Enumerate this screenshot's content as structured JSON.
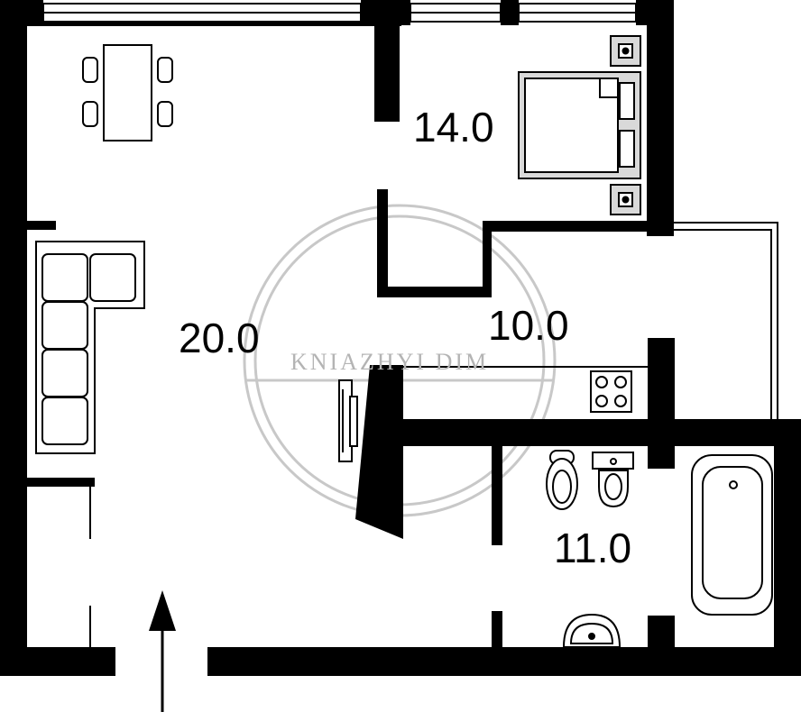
{
  "rooms": {
    "living": "20.0",
    "bedroom": "14.0",
    "kitchen": "10.0",
    "bathroom": "11.0"
  },
  "watermark": "KNIAZHYI DIM",
  "colors": {
    "wall": "#000000",
    "background": "#ffffff",
    "fixture_stroke": "#000000",
    "fixture_fill": "#d9d9d9",
    "watermark": "#b4b4b4"
  },
  "icons": [
    "dining-table-icon",
    "chair-icon",
    "bed-icon",
    "pillow-icon",
    "nightstand-icon",
    "sofa-icon",
    "tv-icon",
    "stove-icon",
    "toilet-icon",
    "bidet-icon",
    "bathtub-icon",
    "sink-icon",
    "entrance-arrow-icon"
  ]
}
